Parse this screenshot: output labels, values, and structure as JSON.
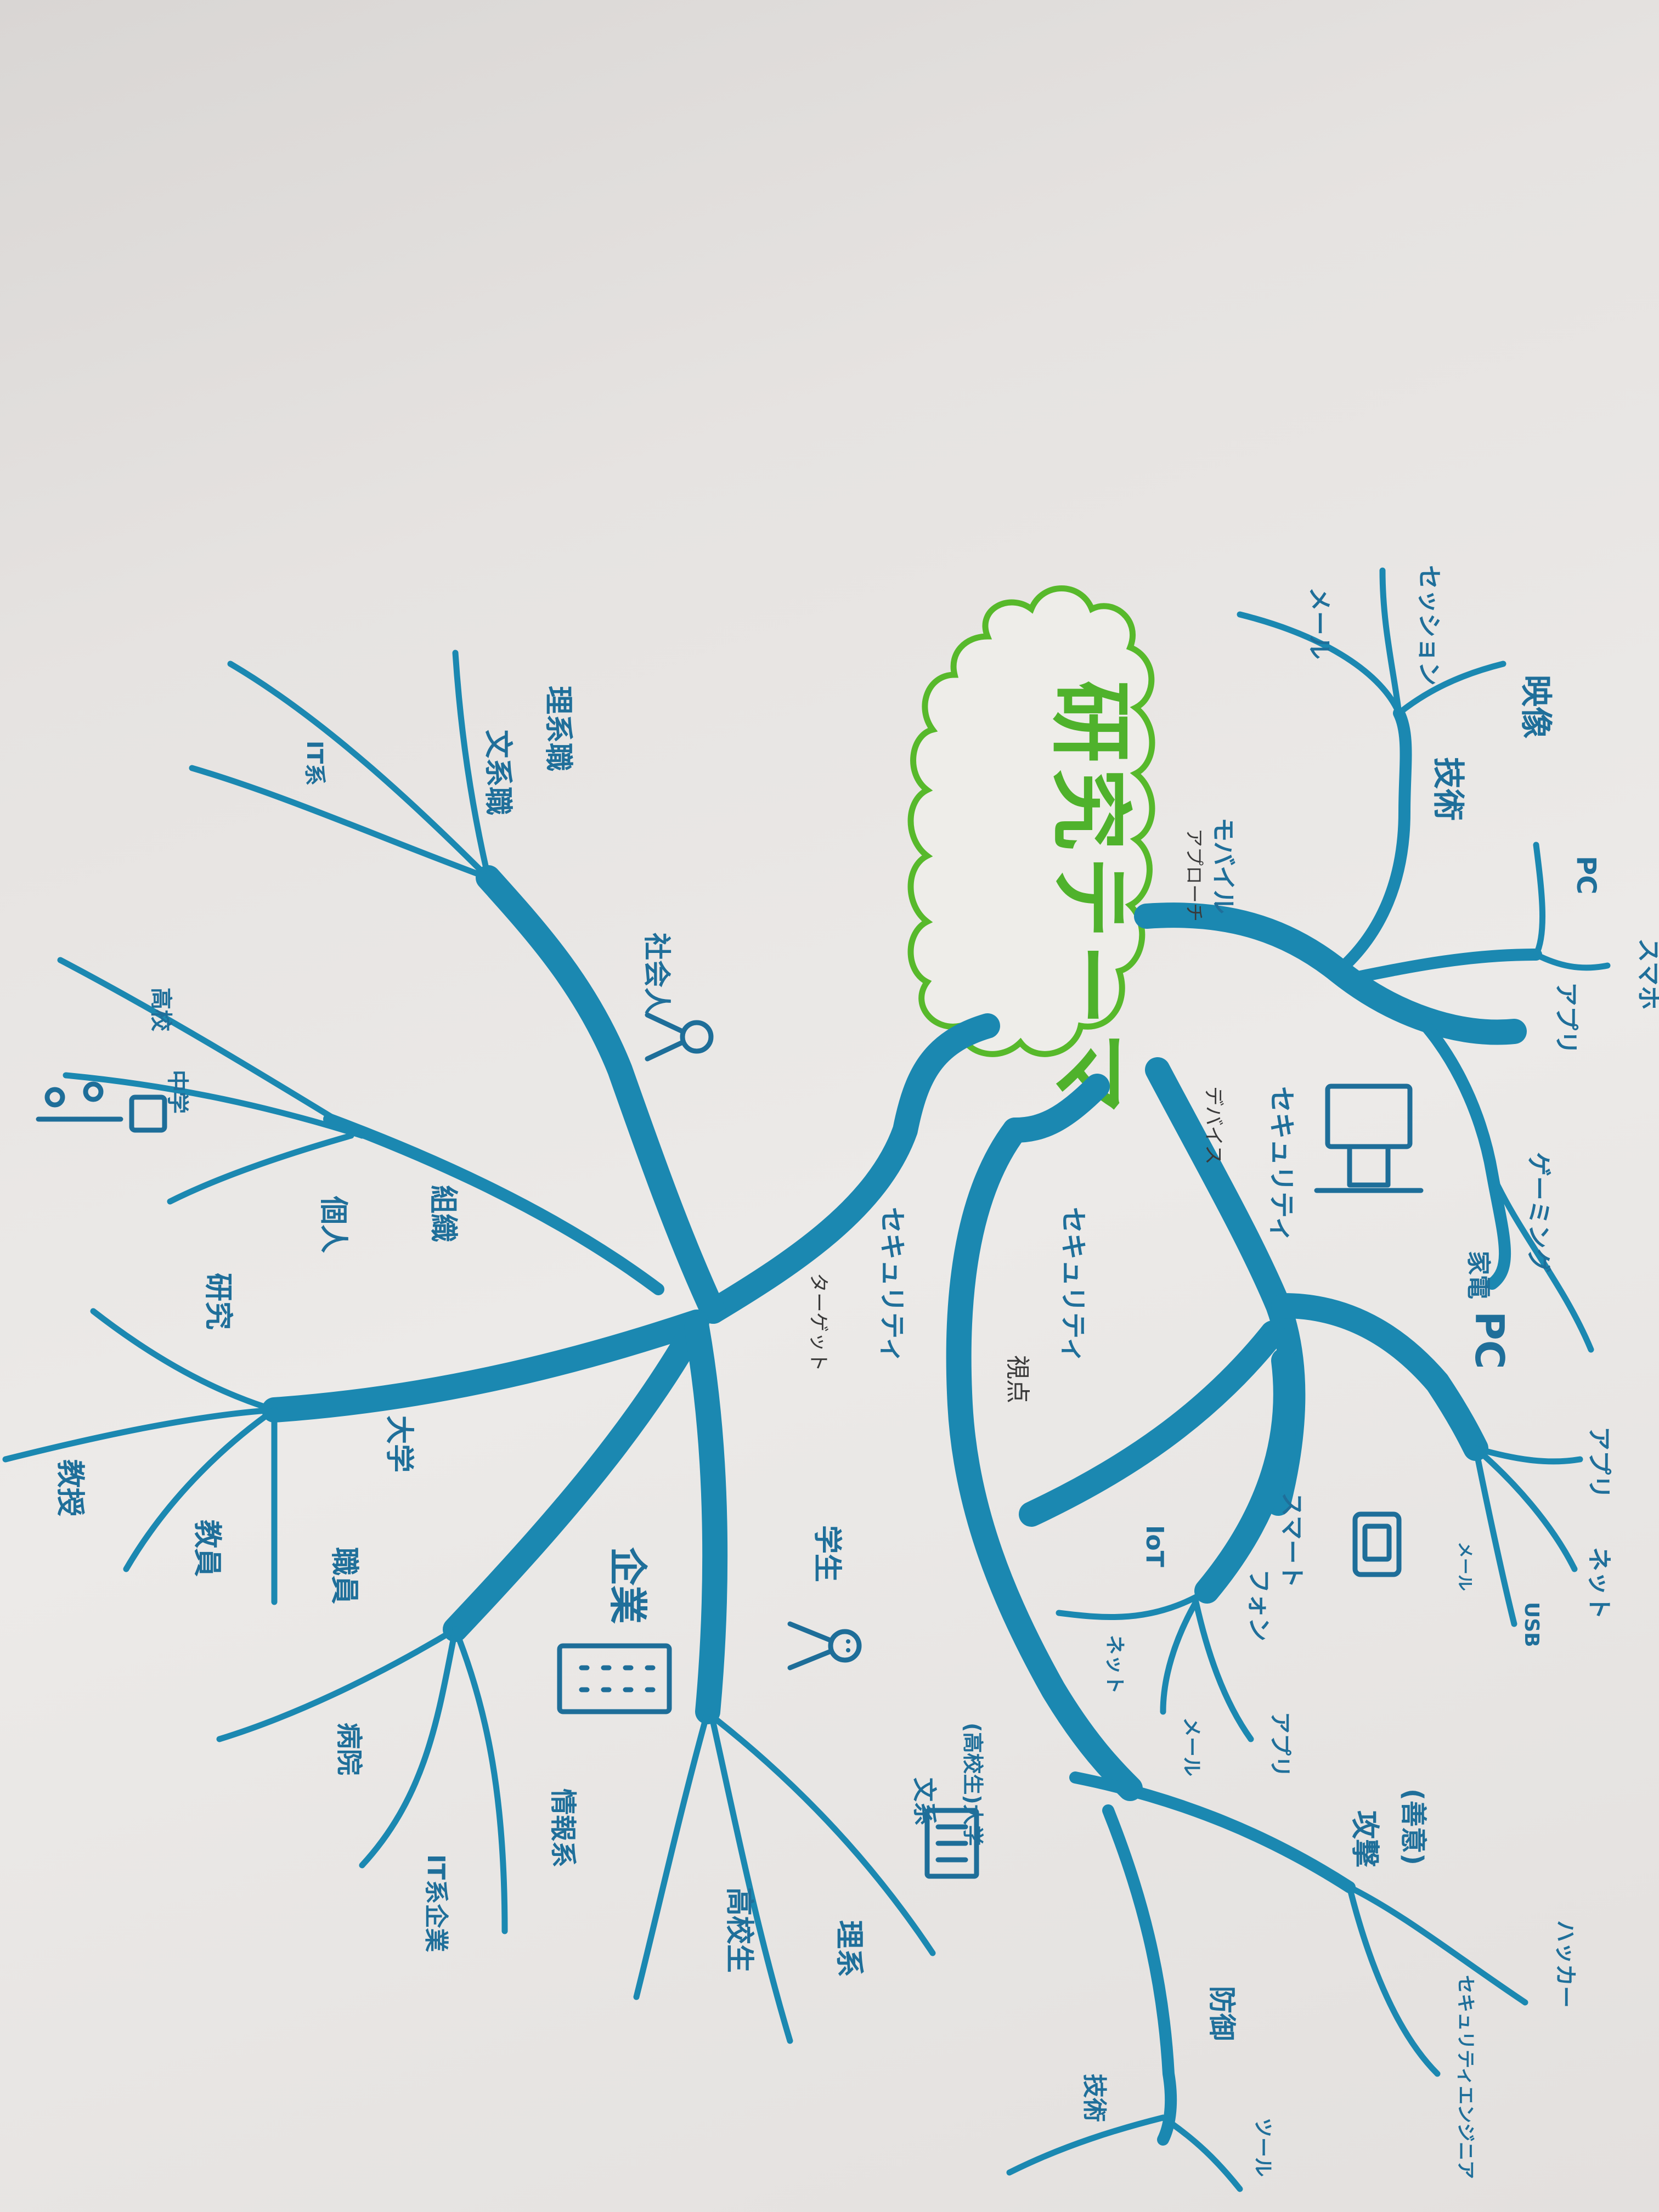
{
  "center": {
    "text": "研究テーマ",
    "color": "#5bbf2e"
  },
  "colors": {
    "branch": "#1b88b1",
    "label": "#1f6f9a",
    "note": "#3a3a3a",
    "paper": "#ebe9e7"
  },
  "branches": {
    "mobile_approach": {
      "label_line1": "モバイル",
      "label_line2": "アプローチ",
      "leaves": [
        "セッション",
        "メール",
        "映像",
        "技術",
        "PC",
        "スマホ",
        "アプリ"
      ]
    },
    "security_device": {
      "label": "セキュリティ",
      "note": "デバイス",
      "leaves": [
        "ゲーミング",
        "家電",
        "PC",
        "アプリ",
        "ネット",
        "メール",
        "USB",
        "IoT",
        "スマート",
        "フォン",
        "ネット",
        "メール",
        "アプリ"
      ]
    },
    "security_viewpoint": {
      "label": "セキュリティ",
      "note": "視点",
      "leaves": [
        "(善意)",
        "攻撃",
        "ハッカー",
        "セキュリティエンジニア",
        "防御",
        "技術",
        "ツール"
      ]
    },
    "security_target": {
      "label": "セキュリティ",
      "note": "ターゲット",
      "sub": {
        "adult": {
          "label": "社会人",
          "leaves": [
            "理系職",
            "文系職",
            "IT系",
            "高校",
            "中学",
            "組織",
            "個人"
          ]
        },
        "university": {
          "label": "大学",
          "leaves": [
            "研究",
            "教員",
            "職員",
            "教授"
          ]
        },
        "company": {
          "label": "企業",
          "leaves": [
            "病院",
            "IT系企業",
            "情報系"
          ]
        },
        "student": {
          "label": "学生",
          "leaves": [
            "(高校生)大学",
            "文系",
            "高校生",
            "理系"
          ]
        }
      }
    }
  }
}
